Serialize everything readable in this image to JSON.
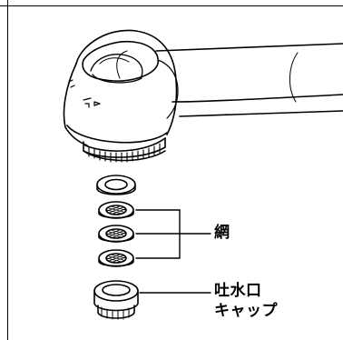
{
  "callouts": {
    "mesh": "網",
    "spout_cap_line1": "吐水口",
    "spout_cap_line2": "キャップ"
  },
  "colors": {
    "ink": "#000000",
    "paper": "#ffffff"
  }
}
